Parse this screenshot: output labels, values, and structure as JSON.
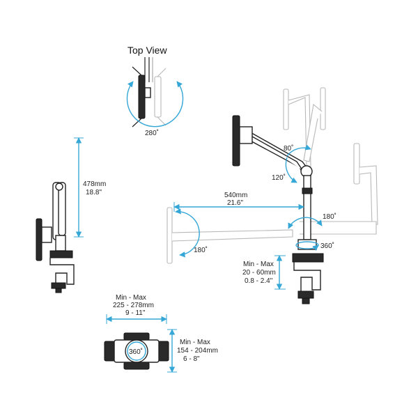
{
  "title": "Top View",
  "angles": {
    "top_view": "280˚",
    "arm_upper": "80˚",
    "arm_lower": "120˚",
    "pole": "180˚",
    "tablet_tilt": "180˚",
    "base_swivel": "360˚",
    "holder_rotate": "360˚"
  },
  "dimensions": {
    "height_mm": "478mm",
    "height_in": "18.8\"",
    "reach_mm": "540mm",
    "reach_in": "21.6\"",
    "clamp_header": "Min - Max",
    "clamp_mm": "20 - 60mm",
    "clamp_in": "0.8 - 2.4\"",
    "holder_w_header": "Min - Max",
    "holder_w_mm": "225 - 278mm",
    "holder_w_in": "9 - 11\"",
    "holder_h_header": "Min - Max",
    "holder_h_mm": "154 - 204mm",
    "holder_h_in": "6 - 8\""
  },
  "colors": {
    "accent": "#35a7d6",
    "line": "#222222",
    "ghost": "#b8b8b8"
  }
}
